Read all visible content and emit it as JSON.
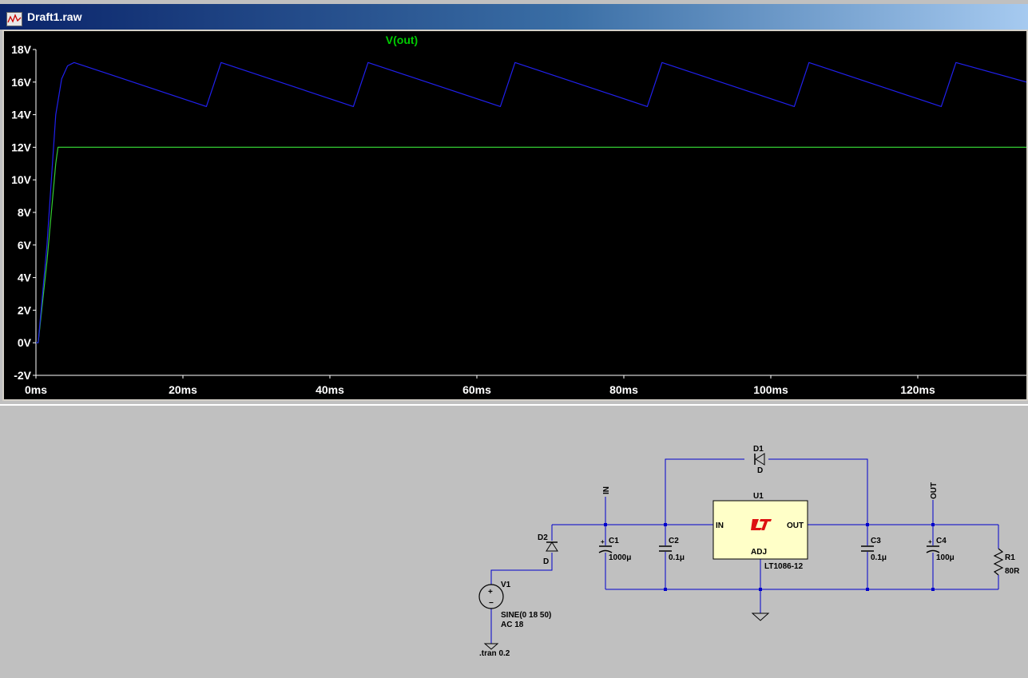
{
  "window": {
    "title": "Draft1.raw"
  },
  "chart_data": {
    "type": "line",
    "title": "V(out)",
    "xlabel": "",
    "ylabel": "",
    "xlim": [
      0,
      138
    ],
    "ylim": [
      -2,
      18
    ],
    "x_ticks": [
      "0ms",
      "20ms",
      "40ms",
      "60ms",
      "80ms",
      "100ms",
      "120ms"
    ],
    "y_ticks": [
      "18V",
      "16V",
      "14V",
      "12V",
      "10V",
      "8V",
      "6V",
      "4V",
      "2V",
      "0V",
      "-2V"
    ],
    "grid": false,
    "colors": {
      "background": "#000000",
      "title": "#00cc00",
      "out_series": "#33cc33",
      "in_series": "#2020ee",
      "axis": "#ffffff"
    },
    "series": [
      {
        "name": "V(out)",
        "x": [
          0,
          0.3,
          1.5,
          2.7,
          3,
          138
        ],
        "y": [
          0,
          0,
          5,
          11,
          12,
          12
        ]
      },
      {
        "name": "",
        "x": [
          0,
          0.3,
          1.5,
          2.7,
          3.5,
          4.3,
          5.2,
          23.2,
          25.2,
          43.2,
          45.2,
          63.2,
          65.2,
          83.2,
          85.2,
          103.2,
          105.2,
          123.2,
          125.2,
          138
        ],
        "y": [
          0,
          0,
          6,
          14,
          16.2,
          17,
          17.2,
          14.5,
          17.2,
          14.5,
          17.2,
          14.5,
          17.2,
          14.5,
          17.2,
          14.5,
          17.2,
          14.5,
          17.2,
          15.6
        ]
      }
    ]
  },
  "schematic": {
    "net_in": "IN",
    "net_out": "OUT",
    "d1": {
      "ref": "D1",
      "value": "D"
    },
    "d2": {
      "ref": "D2",
      "value": "D"
    },
    "u1": {
      "ref": "U1",
      "part": "LT1086-12",
      "pin_in": "IN",
      "pin_out": "OUT",
      "pin_adj": "ADJ",
      "logo_color": "#dd1111"
    },
    "c1": {
      "ref": "C1",
      "value": "1000μ"
    },
    "c2": {
      "ref": "C2",
      "value": "0.1μ"
    },
    "c3": {
      "ref": "C3",
      "value": "0.1μ"
    },
    "c4": {
      "ref": "C4",
      "value": "100μ"
    },
    "r1": {
      "ref": "R1",
      "value": "80R"
    },
    "v1": {
      "ref": "V1",
      "value": "SINE(0 18 50)",
      "ac": "AC 18"
    },
    "directive": ".tran 0.2",
    "colors": {
      "wire": "#0000cc",
      "component": "#000000",
      "ic_fill": "#ffffc8"
    }
  }
}
